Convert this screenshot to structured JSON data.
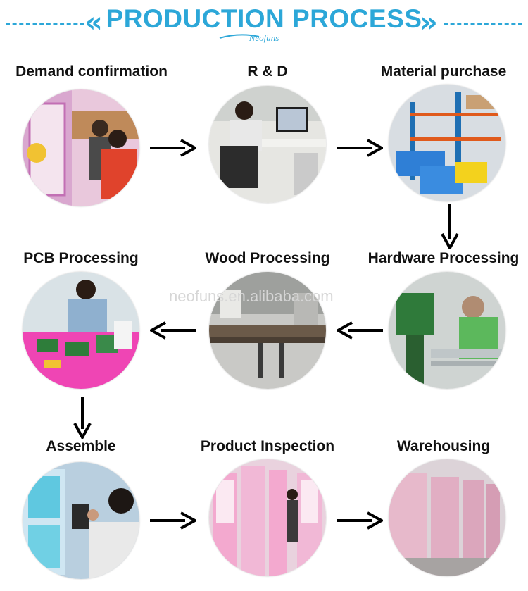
{
  "header": {
    "title": "PRODUCTION PROCESS",
    "brand": "Neofuns"
  },
  "watermark": "neofuns.en.alibaba.com",
  "steps": [
    {
      "label": "Demand confirmation"
    },
    {
      "label": "R & D"
    },
    {
      "label": "Material purchase"
    },
    {
      "label": "Hardware Processing"
    },
    {
      "label": "Wood Processing"
    },
    {
      "label": "PCB Processing"
    },
    {
      "label": "Assemble"
    },
    {
      "label": "Product Inspection"
    },
    {
      "label": "Warehousing"
    }
  ],
  "colors": {
    "accent": "#2ca7d8",
    "arrow": "#000000"
  }
}
